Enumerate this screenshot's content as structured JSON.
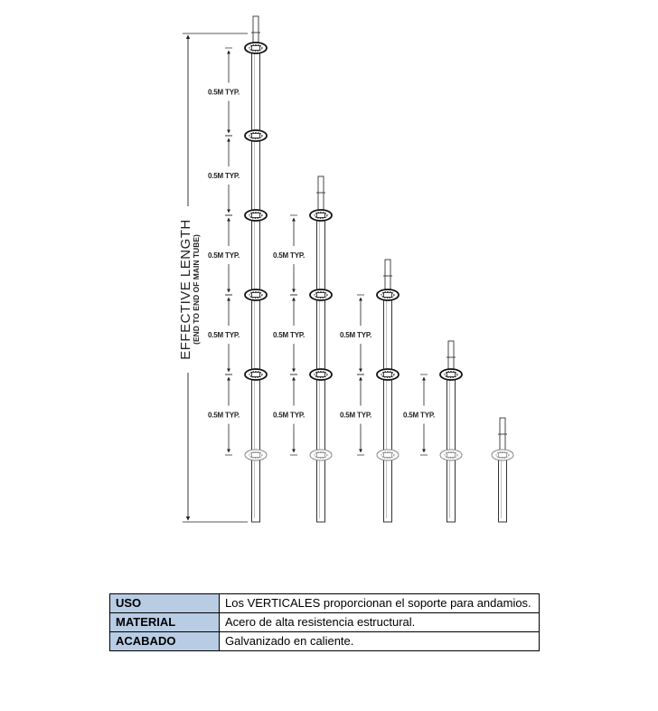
{
  "drawing": {
    "dimension_label": "0.5M TYP.",
    "effective_length_title": "EFFECTIVE LENGTH",
    "effective_length_subtitle": "(END TO END OF MAIN TUBE)",
    "standards_count": 5,
    "rosettes_per_standard": [
      6,
      4,
      3,
      2,
      1
    ]
  },
  "spec_table": {
    "rows": [
      {
        "key": "USO",
        "value": "Los VERTICALES proporcionan el soporte para andamios."
      },
      {
        "key": "MATERIAL",
        "value": "Acero de alta resistencia estructural."
      },
      {
        "key": "ACABADO",
        "value": "Galvanizado en caliente."
      }
    ]
  }
}
